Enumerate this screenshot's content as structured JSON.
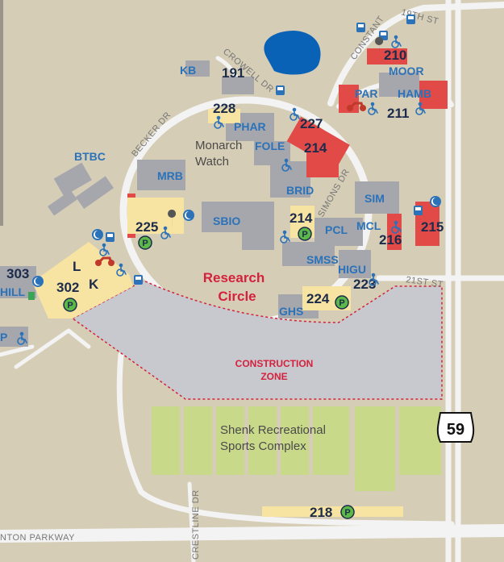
{
  "lots": {
    "l191": "191",
    "l210": "210",
    "l211": "211",
    "l228": "228",
    "l227": "227",
    "l214a": "214",
    "l214b": "214",
    "l215": "215",
    "l216": "216",
    "l223": "223",
    "l224": "224",
    "l225": "225",
    "l302": "302",
    "l303": "303",
    "l218": "218"
  },
  "lot_sections": {
    "k": "K",
    "l": "L"
  },
  "buildings": {
    "kb": "KB",
    "moor": "MOOR",
    "par": "PAR",
    "hamb": "HAMB",
    "phar": "PHAR",
    "fole": "FOLE",
    "btbc": "BTBC",
    "mrb": "MRB",
    "brid": "BRID",
    "sim": "SIM",
    "sbio": "SBIO",
    "pcl": "PCL",
    "mcl": "MCL",
    "smss": "SMSS",
    "higu": "HIGU",
    "ghs": "GHS",
    "hill": "HILL",
    "p": "P"
  },
  "roads": {
    "crowell": "CROWELL DR",
    "constant": "CONSTANT",
    "st19": "19TH ST",
    "becker": "BECKER DR",
    "simons": "SIMONS DR",
    "st21": "21ST ST",
    "crestline": "CRESTLINE DR",
    "parkway": "NTON PARKWAY"
  },
  "areas": {
    "monarch_1": "Monarch",
    "monarch_2": "Watch",
    "research_1": "Research",
    "research_2": "Circle",
    "construction_1": "CONSTRUCTION",
    "construction_2": "ZONE",
    "shenk_1": "Shenk Recreational",
    "shenk_2": "Sports Complex"
  },
  "highway": "59",
  "parking_symbol": "P",
  "colors": {
    "ground": "#d6cdb6",
    "road": "#f3f3f3",
    "building": "#a5a7ad",
    "building_red": "#e24a48",
    "parking_lot": "#f7e3a2",
    "label_blue": "#2b72b8",
    "lot_number": "#1c2b4a",
    "construction": "#c8c9cf",
    "construction_red": "#d4213d",
    "field_green": "#c8d98a",
    "pond": "#0a62b7",
    "parking_badge": "#5cb848"
  }
}
